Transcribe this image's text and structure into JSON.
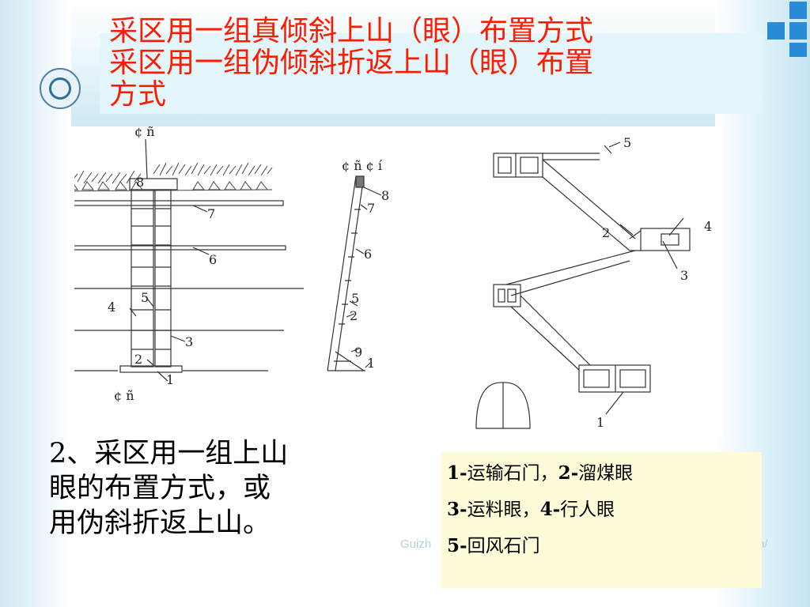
{
  "title": {
    "line1": "采区用一组真倾斜上山（眼）布置方式",
    "line2": "采区用一组伪倾斜折返上山（眼）布置",
    "line3": "方式"
  },
  "caption": {
    "line1": "2、采区用一组上山",
    "line2": "眼的布置方式，或",
    "line3": "用伪斜折返上山。"
  },
  "legend": {
    "row1_a": "1-",
    "row1_b": "运输石门，",
    "row1_c": "2-",
    "row1_d": "溜煤眼",
    "row2_a": "3-",
    "row2_b": "运料眼，",
    "row2_c": "4-",
    "row2_d": "行人眼",
    "row3_a": "5-",
    "row3_b": "回风石门"
  },
  "watermark_left": "Guizh",
  "watermark_right": "n/",
  "diagram_left": {
    "top_mark": "¢ ñ",
    "bottom_mark": "¢ ñ",
    "labels": {
      "n8": "8",
      "n7": "7",
      "n6": "6",
      "n5": "5",
      "n4": "4",
      "n3": "3",
      "n2": "2",
      "n1": "1"
    }
  },
  "diagram_section": {
    "top_mark": "¢ ñ ¢ í",
    "labels": {
      "n8": "8",
      "n7": "7",
      "n6": "6",
      "n5": "5",
      "n2": "2",
      "n9": "9",
      "n1": "1"
    }
  },
  "diagram_right": {
    "labels": {
      "n5": "5",
      "n4": "4",
      "n2": "2",
      "n3": "3",
      "n1": "1"
    }
  },
  "colors": {
    "title": "#ff1a00",
    "accent": "#2a8bd6",
    "legend_bg": "#fdfbd8"
  }
}
